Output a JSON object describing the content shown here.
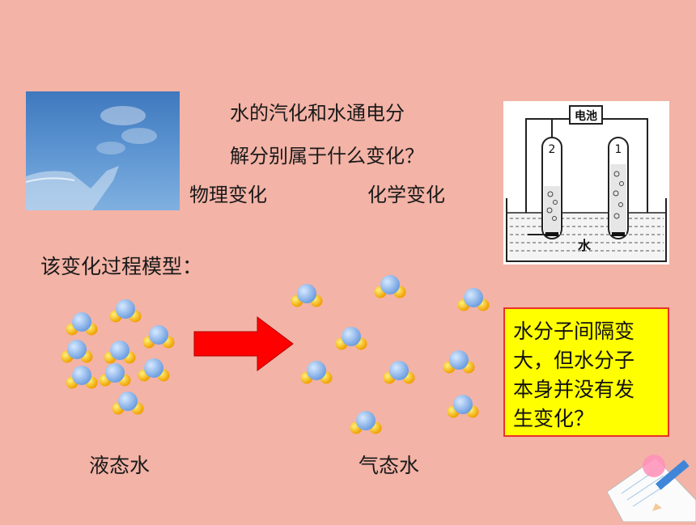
{
  "question": {
    "line1": "水的汽化和水通电分",
    "line2": "解分别属于什么变化？",
    "answer_physical": "物理变化",
    "answer_chemical": "化学变化"
  },
  "model_heading": "该变化过程模型：",
  "figure": {
    "battery_label": "电池",
    "tube_left_label": "2",
    "tube_right_label": "1",
    "water_label": "水"
  },
  "labels": {
    "liquid": "液态水",
    "gas": "气态水"
  },
  "callout": {
    "lines": [
      "水分子间隔变",
      "大，但水分子",
      "本身并没有发",
      "生变化？"
    ]
  },
  "colors": {
    "background": "#f3b3a6",
    "callout_fill": "#ffff00",
    "callout_border": "#e8322a",
    "arrow": "#ff0000",
    "oxygen_atom": "#8ab8f0",
    "hydrogen_atom": "#f2b000"
  }
}
